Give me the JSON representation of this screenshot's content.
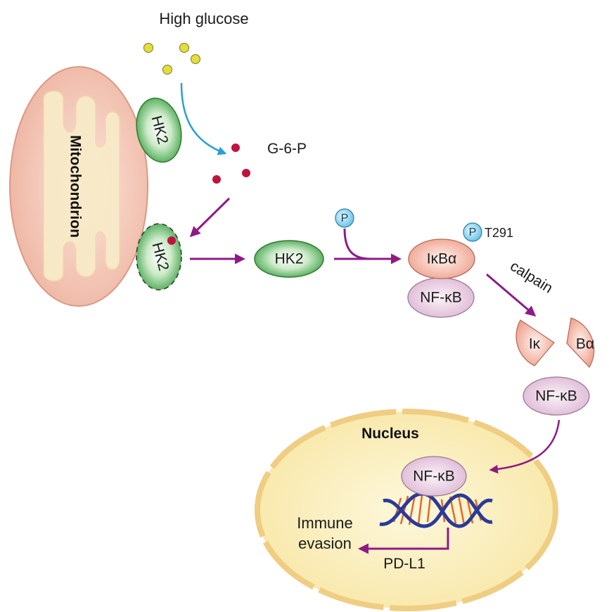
{
  "labels": {
    "high_glucose": "High glucose",
    "g6p": "G-6-P",
    "mitochondrion": "Mitochondrion",
    "hk2_bound": "HK2",
    "hk2_released": "HK2",
    "hk2_free": "HK2",
    "phospho": "P",
    "phospho_site": "P",
    "t291": "T291",
    "ikba": "IκBα",
    "nfkb_complex": "NF-κB",
    "calpain": "calpain",
    "frag_ik": "Iκ",
    "frag_ba": "Bα",
    "nfkb_free": "NF-κB",
    "nucleus": "Nucleus",
    "nfkb_nuclear": "NF-κB",
    "immune_line1": "Immune",
    "immune_line2": "evasion",
    "pdl1": "PD-L1"
  },
  "colors": {
    "arrow": "#8e1b85",
    "blue_arrow": "#2a9fd6",
    "mito_fill": "#f2c7b8",
    "mito_inner": "#f8ebc8",
    "nucleus_fill": "#fbf0c0",
    "nucleus_border": "#efcd82",
    "hk2_green": "#2f9a3a",
    "ikba_fill": "#f1b1a1",
    "nfkb_fill": "#ead0e4",
    "glucose_dot": "#e5dd3a",
    "g6p_dot": "#c0123f",
    "phospho_fill": "#8fd3ec"
  }
}
